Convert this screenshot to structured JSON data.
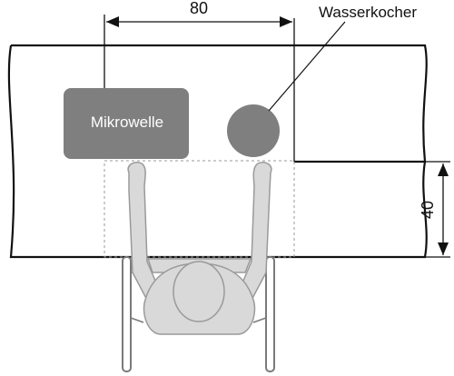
{
  "labels": {
    "dimension_width": "80",
    "dimension_depth": "40",
    "appliance_left": "Mikrowelle",
    "appliance_right": "Wasserkocher"
  },
  "colors": {
    "appliance_fill": "#7f7f7f",
    "person_fill": "#d9d9d9",
    "person_stroke": "#9a9a9a",
    "line": "#111111",
    "wheel": "#7a7a7a",
    "dashed": "#9a9a9a"
  }
}
